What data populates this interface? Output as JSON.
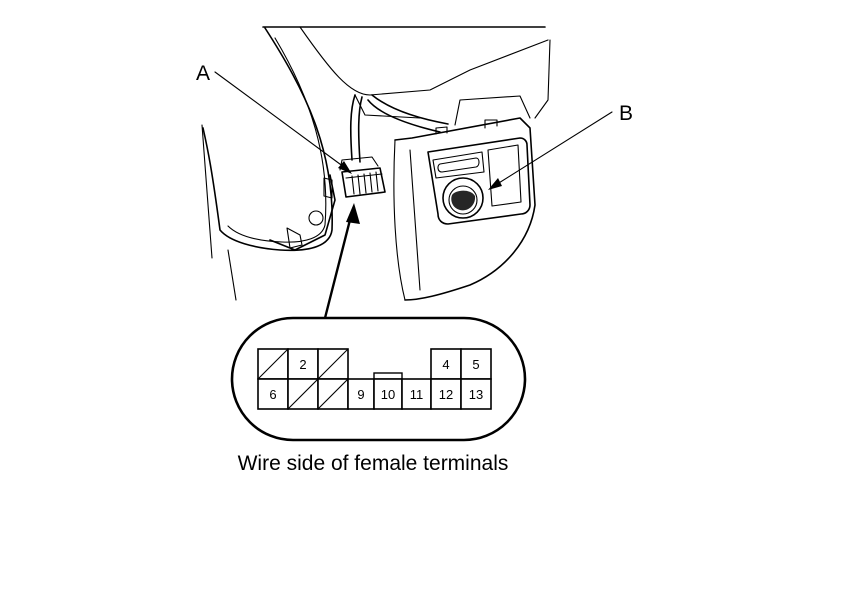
{
  "callouts": {
    "a": "A",
    "b": "B"
  },
  "caption": "Wire side of female terminals",
  "connector": {
    "top_row": [
      "",
      "2",
      "",
      "4",
      "5"
    ],
    "bottom_row": [
      "6",
      "",
      "",
      "9",
      "10",
      "11",
      "12",
      "13"
    ]
  }
}
